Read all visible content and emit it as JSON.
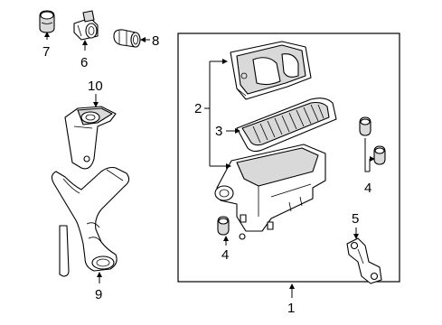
{
  "diagram": {
    "callouts": {
      "part1": "1",
      "part2": "2",
      "part3": "3",
      "part4_right": "4",
      "part4_lower": "4",
      "part5": "5",
      "part6": "6",
      "part7": "7",
      "part8": "8",
      "part9": "9",
      "part10": "10"
    }
  }
}
